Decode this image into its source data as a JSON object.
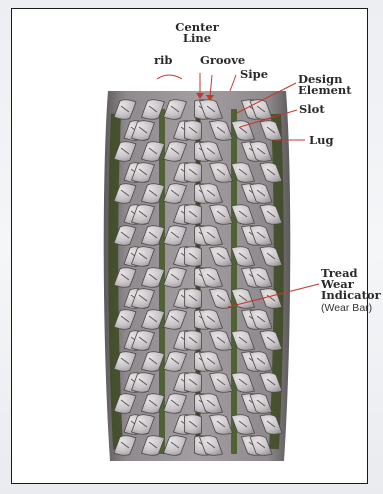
{
  "labels": {
    "center_line": "Center\nLine",
    "rib": "rib",
    "groove": "Groove",
    "sipe": "Sipe",
    "design_element": "Design\nElement",
    "slot": "Slot",
    "lug": "Lug",
    "tread_wear_indicator": "Tread\nWear\nIndicator",
    "wear_bar": "(Wear Bar)"
  },
  "colors": {
    "tire_body": "#9b9699",
    "tire_shade": "#6e6a6d",
    "tread_block": "#cfcacd",
    "groove_dark": "#2a2a28",
    "groove_green": "#4e6b2e",
    "leader_red": "#c0392b",
    "frame_border": "#1a1a1a"
  }
}
